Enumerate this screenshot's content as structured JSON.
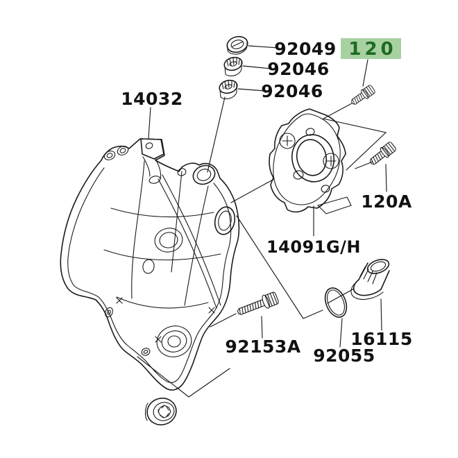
{
  "diagram": {
    "type": "exploded-parts-diagram",
    "colors": {
      "highlight_bg": "#a8d1a2",
      "highlight_text": "#1d6b21",
      "line": "#1a1a1a",
      "background": "#ffffff",
      "label_text": "#111111"
    },
    "callouts": [
      {
        "id": "engine-cover",
        "text": "14032",
        "highlighted": false
      },
      {
        "id": "oil-seal",
        "text": "92049",
        "highlighted": false
      },
      {
        "id": "bearing-upper",
        "text": "92046",
        "highlighted": false
      },
      {
        "id": "bearing-lower",
        "text": "92046",
        "highlighted": false
      },
      {
        "id": "bolt-highlighted",
        "text": "120",
        "highlighted": true
      },
      {
        "id": "bolt-a",
        "text": "120A",
        "highlighted": false
      },
      {
        "id": "pulsing-cover",
        "text": "14091G/H",
        "highlighted": false
      },
      {
        "id": "bolt-long",
        "text": "92153A",
        "highlighted": false
      },
      {
        "id": "o-ring",
        "text": "92055",
        "highlighted": false
      },
      {
        "id": "oil-filler-cap",
        "text": "16115",
        "highlighted": false
      }
    ]
  }
}
